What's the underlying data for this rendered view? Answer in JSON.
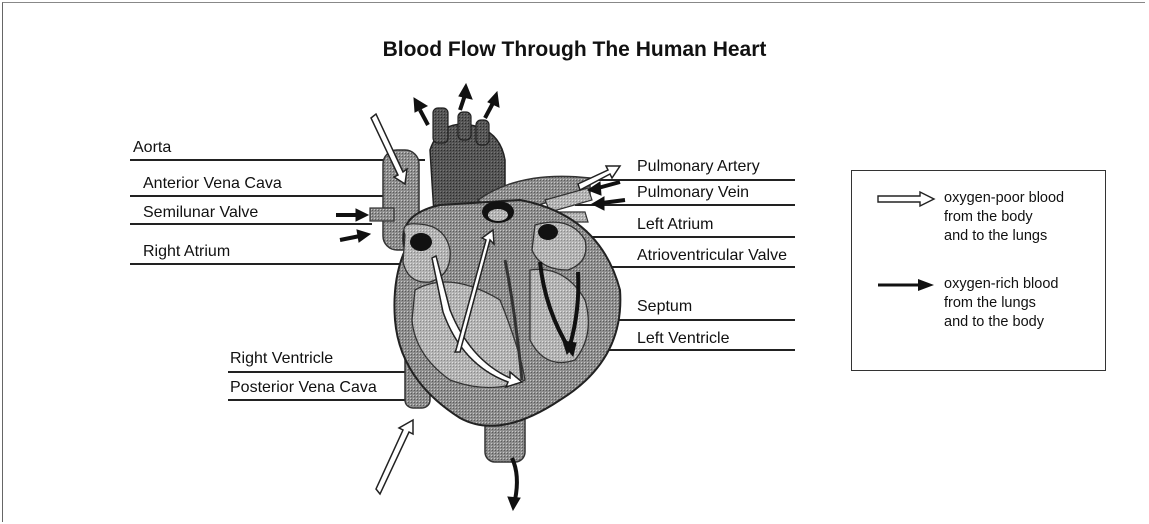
{
  "title": "Blood Flow Through The Human Heart",
  "left_labels": {
    "aorta": "Aorta",
    "anterior_vena_cava": "Anterior Vena Cava",
    "semilunar_valve": "Semilunar Valve",
    "right_atrium": "Right Atrium",
    "right_ventricle": "Right Ventricle",
    "posterior_vena_cava": "Posterior Vena Cava"
  },
  "right_labels": {
    "pulmonary_artery": "Pulmonary Artery",
    "pulmonary_vein": "Pulmonary Vein",
    "left_atrium": "Left Atrium",
    "atrioventricular_valve": "Atrioventricular Valve",
    "septum": "Septum",
    "left_ventricle": "Left Ventricle"
  },
  "legend": {
    "oxygen_poor": {
      "line1": "oxygen-poor blood",
      "line2": "from the body",
      "line3": "and to the lungs",
      "arrow_style": "hollow-white-arrow"
    },
    "oxygen_rich": {
      "line1": "oxygen-rich blood",
      "line2": "from the lungs",
      "line3": "and to the body",
      "arrow_style": "solid-black-arrow"
    }
  },
  "colors": {
    "heart_dark": "#3f3f3f",
    "heart_mid": "#7a7a7a",
    "heart_light": "#b5b5b5",
    "arrow_dark": "#111111"
  }
}
